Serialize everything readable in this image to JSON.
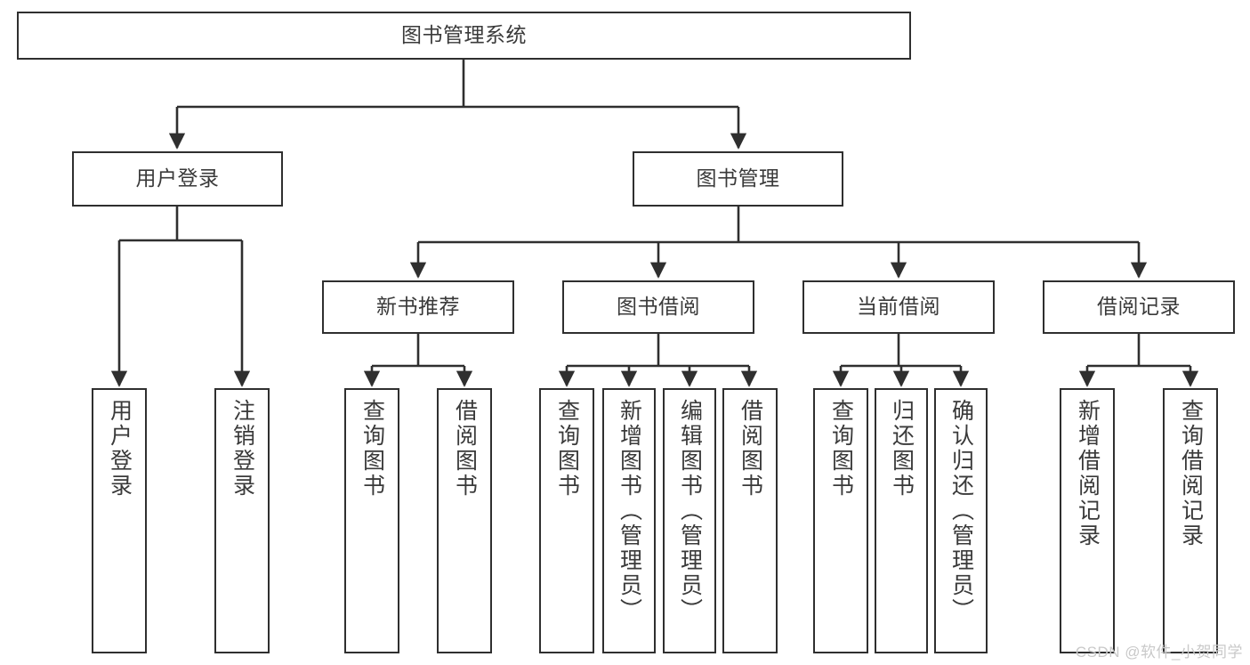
{
  "diagram": {
    "title": "图书管理系统",
    "type": "hierarchy-tree",
    "colors": {
      "box_border": "#2f2f2f",
      "box_fill": "#ffffff",
      "edge": "#2f2f2f",
      "text": "#3a3a3a",
      "watermark": "#c9c9c9"
    },
    "watermark": "CSDN @软件_小贺同学",
    "levels": {
      "root": {
        "label": "图书管理系统"
      },
      "level2": [
        {
          "id": "user-login",
          "label": "用户登录"
        },
        {
          "id": "book-manage",
          "label": "图书管理"
        }
      ],
      "level3": [
        {
          "id": "new-book-rec",
          "label": "新书推荐"
        },
        {
          "id": "book-borrow",
          "label": "图书借阅"
        },
        {
          "id": "current-borrow",
          "label": "当前借阅"
        },
        {
          "id": "borrow-record",
          "label": "借阅记录"
        }
      ],
      "leaves": [
        {
          "id": "leaf-user-login",
          "label": "用户登录",
          "parent": "user-login"
        },
        {
          "id": "leaf-logout",
          "label": "注销登录",
          "parent": "user-login"
        },
        {
          "id": "leaf-query-book-1",
          "label": "查询图书",
          "parent": "new-book-rec"
        },
        {
          "id": "leaf-borrow-book-1",
          "label": "借阅图书",
          "parent": "new-book-rec"
        },
        {
          "id": "leaf-query-book-2",
          "label": "查询图书",
          "parent": "book-borrow"
        },
        {
          "id": "leaf-add-book",
          "label": "新增图书（管理员）",
          "parent": "book-borrow"
        },
        {
          "id": "leaf-edit-book",
          "label": "编辑图书（管理员）",
          "parent": "book-borrow"
        },
        {
          "id": "leaf-borrow-book-2",
          "label": "借阅图书",
          "parent": "book-borrow"
        },
        {
          "id": "leaf-query-book-3",
          "label": "查询图书",
          "parent": "current-borrow"
        },
        {
          "id": "leaf-return-book",
          "label": "归还图书",
          "parent": "current-borrow"
        },
        {
          "id": "leaf-confirm-return",
          "label": "确认归还（管理员）",
          "parent": "current-borrow"
        },
        {
          "id": "leaf-add-record",
          "label": "新增借阅记录",
          "parent": "borrow-record"
        },
        {
          "id": "leaf-query-record",
          "label": "查询借阅记录",
          "parent": "borrow-record"
        }
      ]
    }
  }
}
